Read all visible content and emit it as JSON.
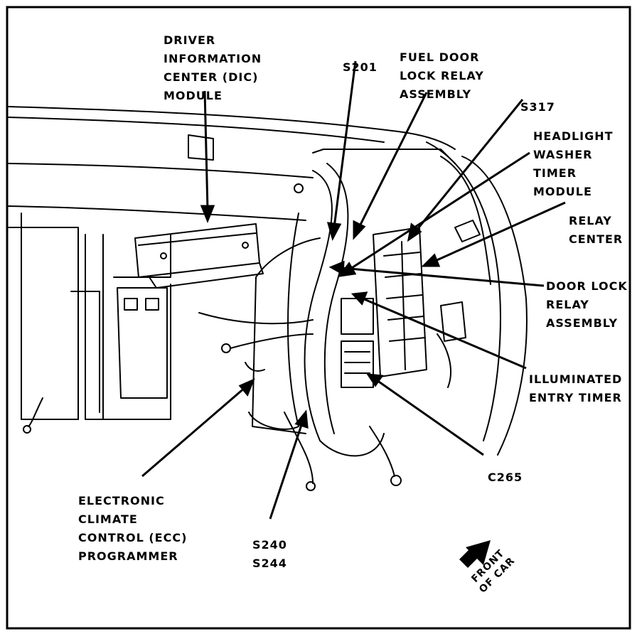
{
  "labels": {
    "dic": [
      "DRIVER",
      "INFORMATION",
      "CENTER (DIC)",
      "MODULE"
    ],
    "s201": [
      "S201"
    ],
    "fuel_door": [
      "FUEL DOOR",
      "LOCK RELAY",
      "ASSEMBLY"
    ],
    "s317": [
      "S317"
    ],
    "headlight": [
      "HEADLIGHT",
      "WASHER",
      "TIMER",
      "MODULE"
    ],
    "relay_center": [
      "RELAY",
      "CENTER"
    ],
    "door_lock": [
      "DOOR LOCK",
      "RELAY",
      "ASSEMBLY"
    ],
    "illuminated": [
      "ILLUMINATED",
      "ENTRY TIMER"
    ],
    "c265": [
      "C265"
    ],
    "ecc": [
      "ELECTRONIC",
      "CLIMATE",
      "CONTROL (ECC)",
      "PROGRAMMER"
    ],
    "s240": [
      "S240",
      "S244"
    ],
    "front": [
      "FRONT",
      "OF CAR"
    ]
  },
  "colors": {
    "ink": "#000000",
    "paper": "#ffffff"
  }
}
